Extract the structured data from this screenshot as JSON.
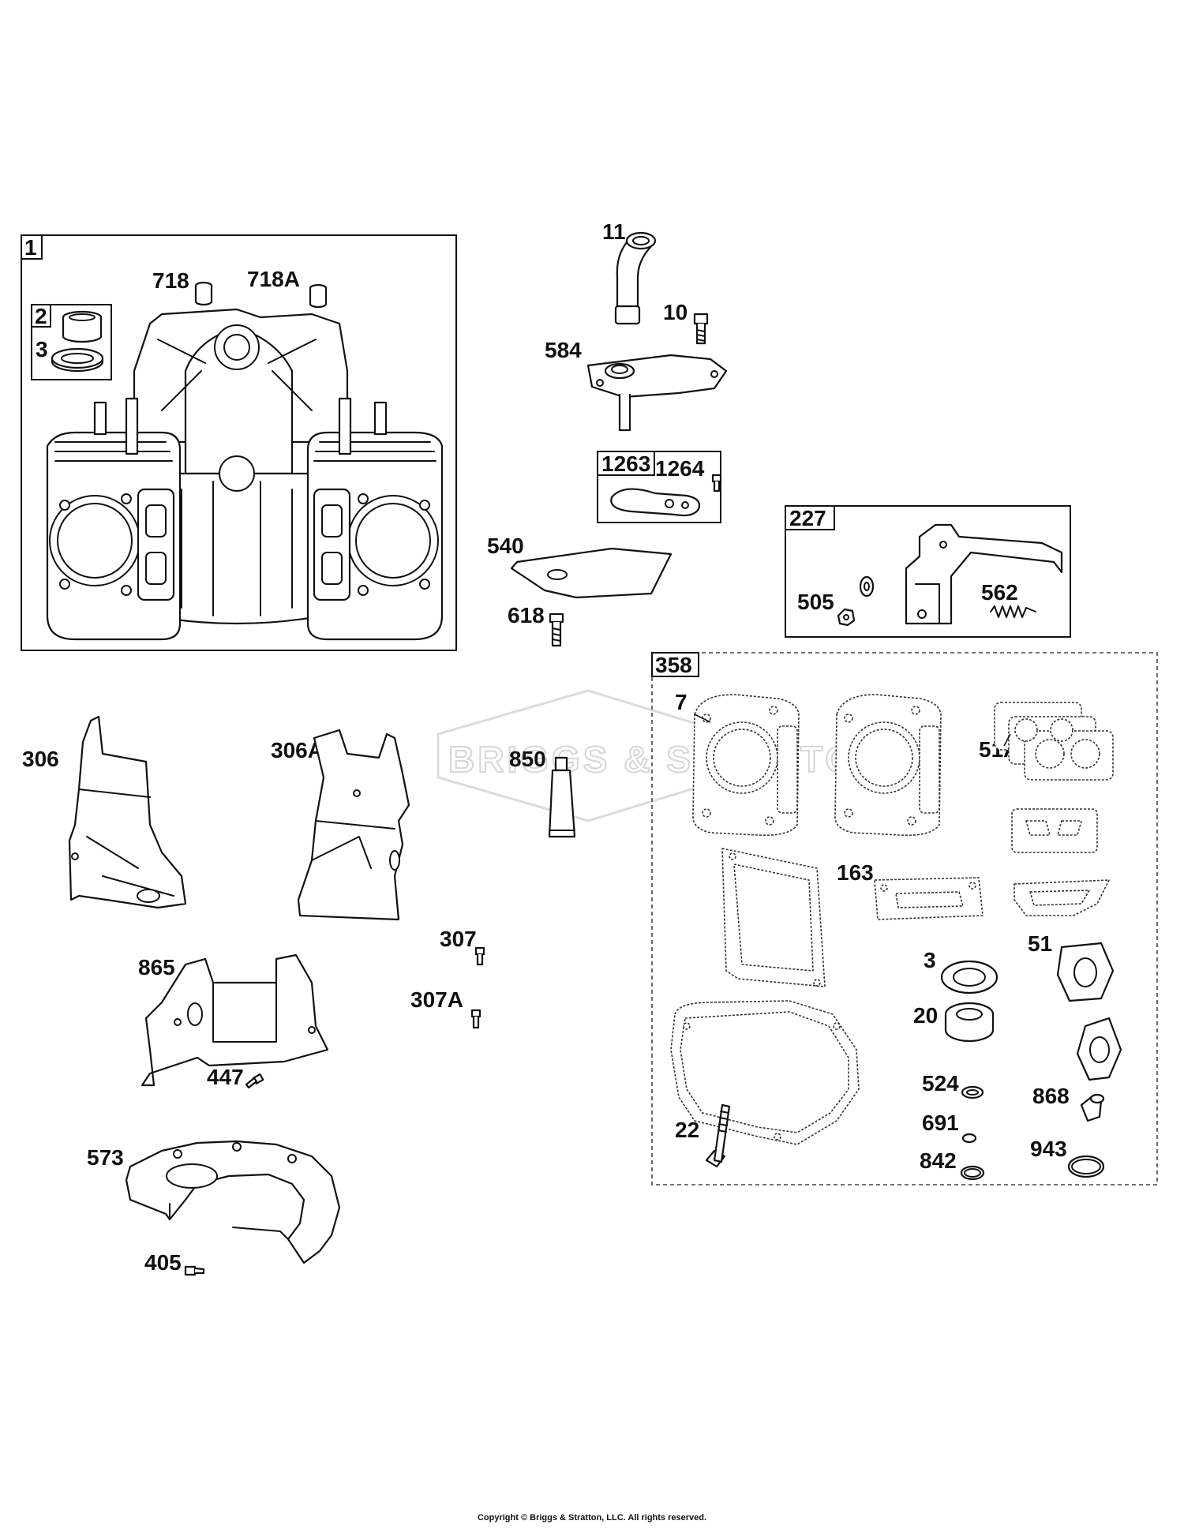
{
  "copyright": "Copyright © Briggs & Stratton, LLC. All rights reserved.",
  "watermark": "BRIGGS & STRATTON",
  "boxes": {
    "b1": "1",
    "b2": "2",
    "b1263": "1263",
    "b227": "227",
    "b358": "358"
  },
  "labels": {
    "p718": "718",
    "p718A": "718A",
    "p3a": "3",
    "p11": "11",
    "p10": "10",
    "p584": "584",
    "p1264": "1264",
    "p540": "540",
    "p618": "618",
    "p505": "505",
    "p562": "562",
    "p7": "7",
    "p51A": "51A",
    "p306": "306",
    "p306A": "306A",
    "p850": "850",
    "p163": "163",
    "p307": "307",
    "p307A": "307A",
    "p865": "865",
    "p447": "447",
    "p3b": "3",
    "p51": "51",
    "p20": "20",
    "p524": "524",
    "p868": "868",
    "p22": "22",
    "p691": "691",
    "p943": "943",
    "p842": "842",
    "p573": "573",
    "p405": "405"
  }
}
